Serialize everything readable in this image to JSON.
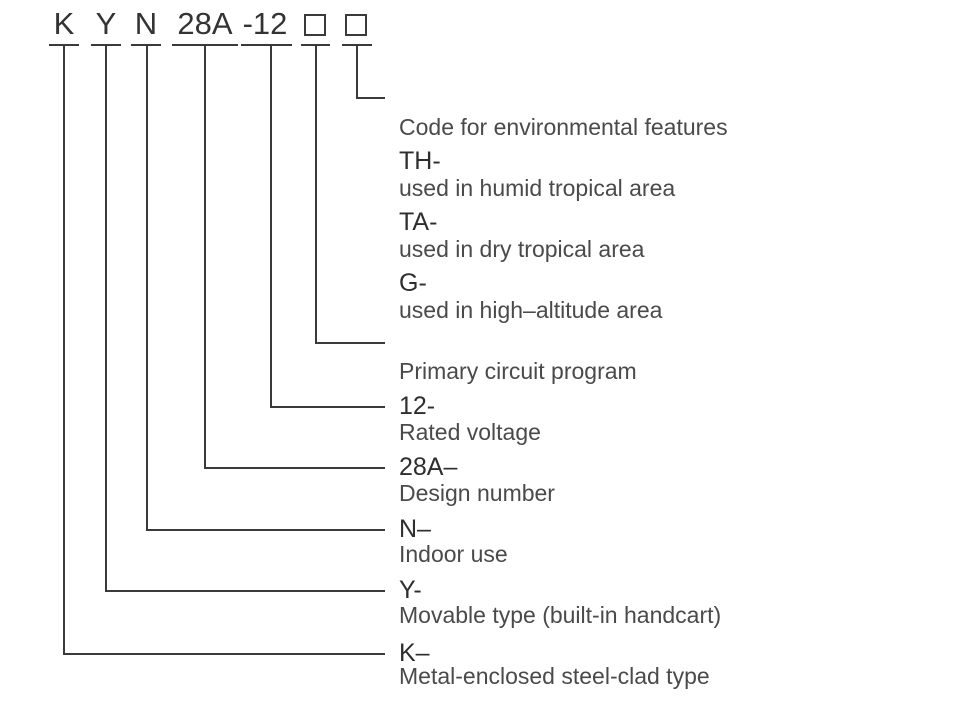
{
  "model_code": {
    "parts": [
      "K",
      "Y",
      "N",
      "28A",
      "-12"
    ],
    "placeholders": 2
  },
  "entries": [
    {
      "key": "",
      "desc": "Code for environmental features"
    },
    {
      "key": "TH-",
      "desc": "used in humid tropical area"
    },
    {
      "key": "TA-",
      "desc": "used in dry tropical area"
    },
    {
      "key": "G-",
      "desc": "used in high–altitude area"
    },
    {
      "key": "",
      "desc": "Primary circuit program"
    },
    {
      "key": "12-",
      "desc": "Rated voltage"
    },
    {
      "key": "28A–",
      "desc": "Design number"
    },
    {
      "key": "N–",
      "desc": "Indoor use"
    },
    {
      "key": "Y-",
      "desc": "Movable type (built-in handcart)"
    },
    {
      "key": "K–",
      "desc": "Metal-enclosed steel-clad type"
    }
  ],
  "colors": {
    "line": "#3a3a3a",
    "text": "#4a4a4a"
  }
}
